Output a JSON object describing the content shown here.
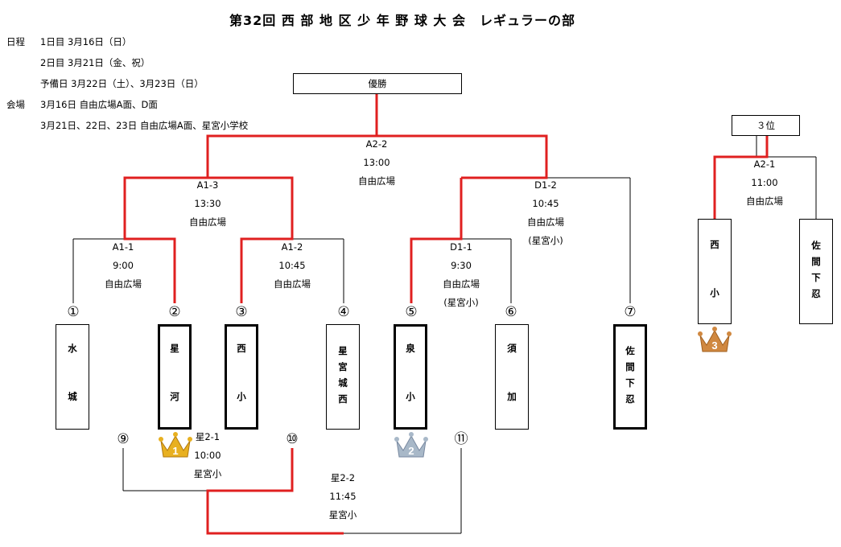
{
  "title": "第32回 西 部 地 区 少 年 野 球 大 会　レギュラーの部",
  "schedule": {
    "label_dates": "日程",
    "day1": "1日目 3月16日（日）",
    "day2": "2日目 3月21日（金、祝）",
    "reserve": "予備日 3月22日（土）、3月23日（日）",
    "label_venue": "会場",
    "venue1": "3月16日 自由広場A面、D面",
    "venue2": "3月21日、22日、23日 自由広場A面、星宮小学校"
  },
  "champion_label": "優勝",
  "third_place_label": "３位",
  "matches": {
    "a2_2": "A2-2\n13:00\n自由広場",
    "a1_3": "A1-3\n13:30\n自由広場",
    "d1_2": "D1-2\n10:45\n自由広場\n(星宮小)",
    "a1_1": "A1-1\n9:00\n自由広場",
    "a1_2": "A1-2\n10:45\n自由広場",
    "d1_1": "D1-1\n9:30\n自由広場\n(星宮小)",
    "star2_1": "星2-1\n10:00\n星宮小",
    "star2_2": "星2-2\n11:45\n星宮小",
    "a2_1": "A2-1\n11:00\n自由広場"
  },
  "teams": [
    {
      "num": "①",
      "name": "水\n\n城"
    },
    {
      "num": "②",
      "name": "星\n\n河"
    },
    {
      "num": "③",
      "name": "西\n\n小"
    },
    {
      "num": "④",
      "name": "星\n宮\n城\n西"
    },
    {
      "num": "⑤",
      "name": "泉\n\n小"
    },
    {
      "num": "⑥",
      "name": "須\n\n加"
    },
    {
      "num": "⑦",
      "name": "佐\n間\n下\n忍"
    }
  ],
  "third_teams": [
    {
      "name": "西\n\n小"
    },
    {
      "name": "佐\n間\n下\n忍"
    }
  ],
  "consolation_nums": [
    "⑨",
    "⑩",
    "⑪"
  ],
  "crowns": [
    {
      "place": "1",
      "color": "#e8b020"
    },
    {
      "place": "2",
      "color": "#a8b8c8"
    },
    {
      "place": "3",
      "color": "#d08840"
    }
  ],
  "colors": {
    "winner_line": "#e02020",
    "line": "#000000"
  }
}
